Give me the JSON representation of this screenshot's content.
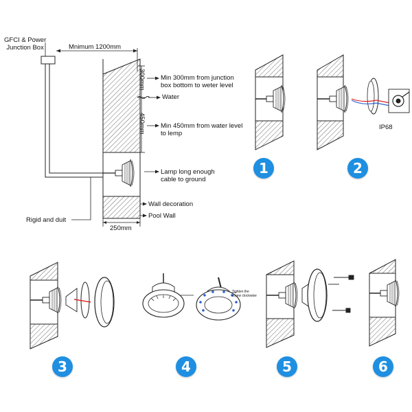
{
  "main_diagram": {
    "junction_box_label": "GFCI & Power\nJunction Box",
    "min_width_label": "Mnimum 1200mm",
    "dim_300": "300mm",
    "dim_450": "450mm",
    "dim_250": "250mm",
    "note_300": "Min 300mm from junction\nbox bottom to weter level",
    "note_water": "Water",
    "note_450": "Min 450mm from water level\nto lemp",
    "note_cable": "Lamp long enough\ncable to ground",
    "note_wall_decoration": "Wall decoration",
    "note_pool_wall": "Pool Wall",
    "note_rigid": "Rigid and duit"
  },
  "steps": [
    {
      "number": "1"
    },
    {
      "number": "2",
      "caption": "IP68"
    },
    {
      "number": "3"
    },
    {
      "number": "4",
      "caption": "Tighten the\nscrew clockwise"
    },
    {
      "number": "5"
    },
    {
      "number": "6"
    }
  ],
  "colors": {
    "step_badge": "#1e8fe1",
    "line": "#222222",
    "wire_red": "#d92020",
    "wire_blue": "#2a5fd0"
  }
}
